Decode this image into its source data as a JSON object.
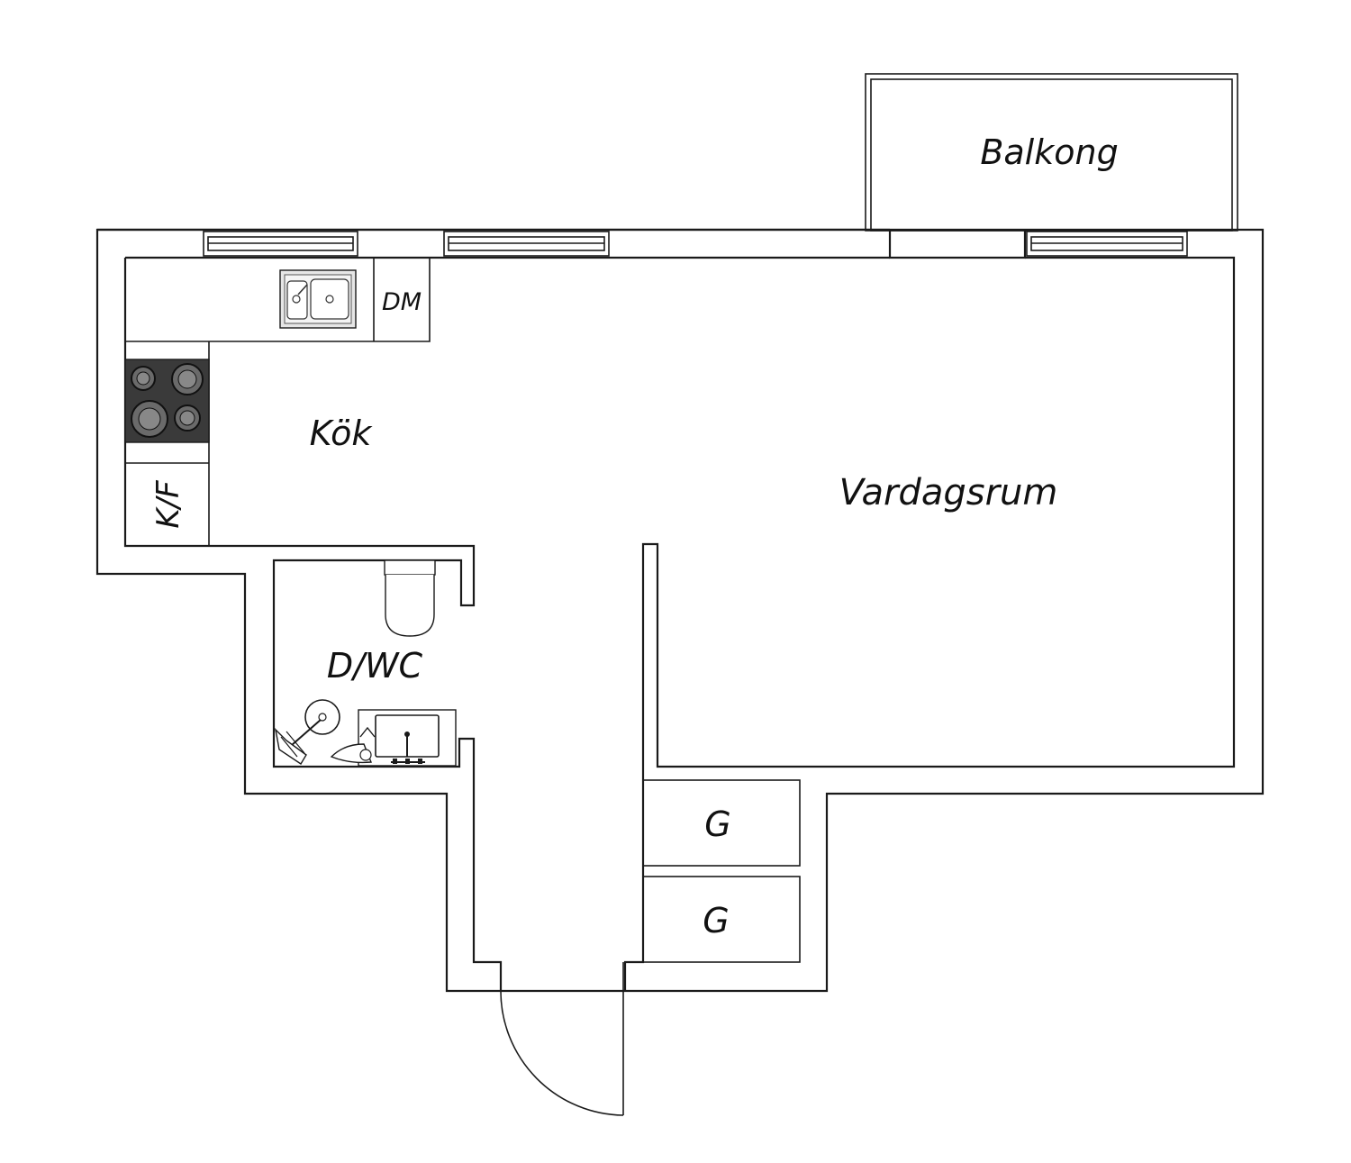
{
  "rooms": {
    "balcony": "Balkong",
    "kitchen": "Kök",
    "living_room": "Vardagsrum",
    "bathroom": "D/WC",
    "dishwasher": "DM",
    "fridge_freezer": "K/F",
    "wardrobe_1": "G",
    "wardrobe_2": "G"
  },
  "colors": {
    "line": "#1a1a1a",
    "stove": "#3a3a3a",
    "background": "#ffffff"
  },
  "fixtures": {
    "stove": "stove-icon",
    "sink": "kitchen-sink-icon",
    "toilet": "toilet-icon",
    "washbasin": "washbasin-icon",
    "shower": "shower-icon",
    "door": "door-swing-icon"
  }
}
